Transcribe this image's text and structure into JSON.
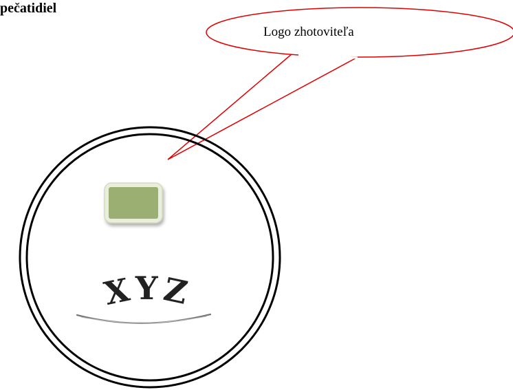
{
  "heading": {
    "text": "pečatidiel"
  },
  "callout": {
    "label": "Logo zhotoviteľa",
    "stroke_color": "#e00000"
  },
  "stamp": {
    "logo_text": "XYZ",
    "ring_color": "#000000",
    "badge_color": "#9caf72",
    "badge_border_color": "#e6ecd6"
  }
}
